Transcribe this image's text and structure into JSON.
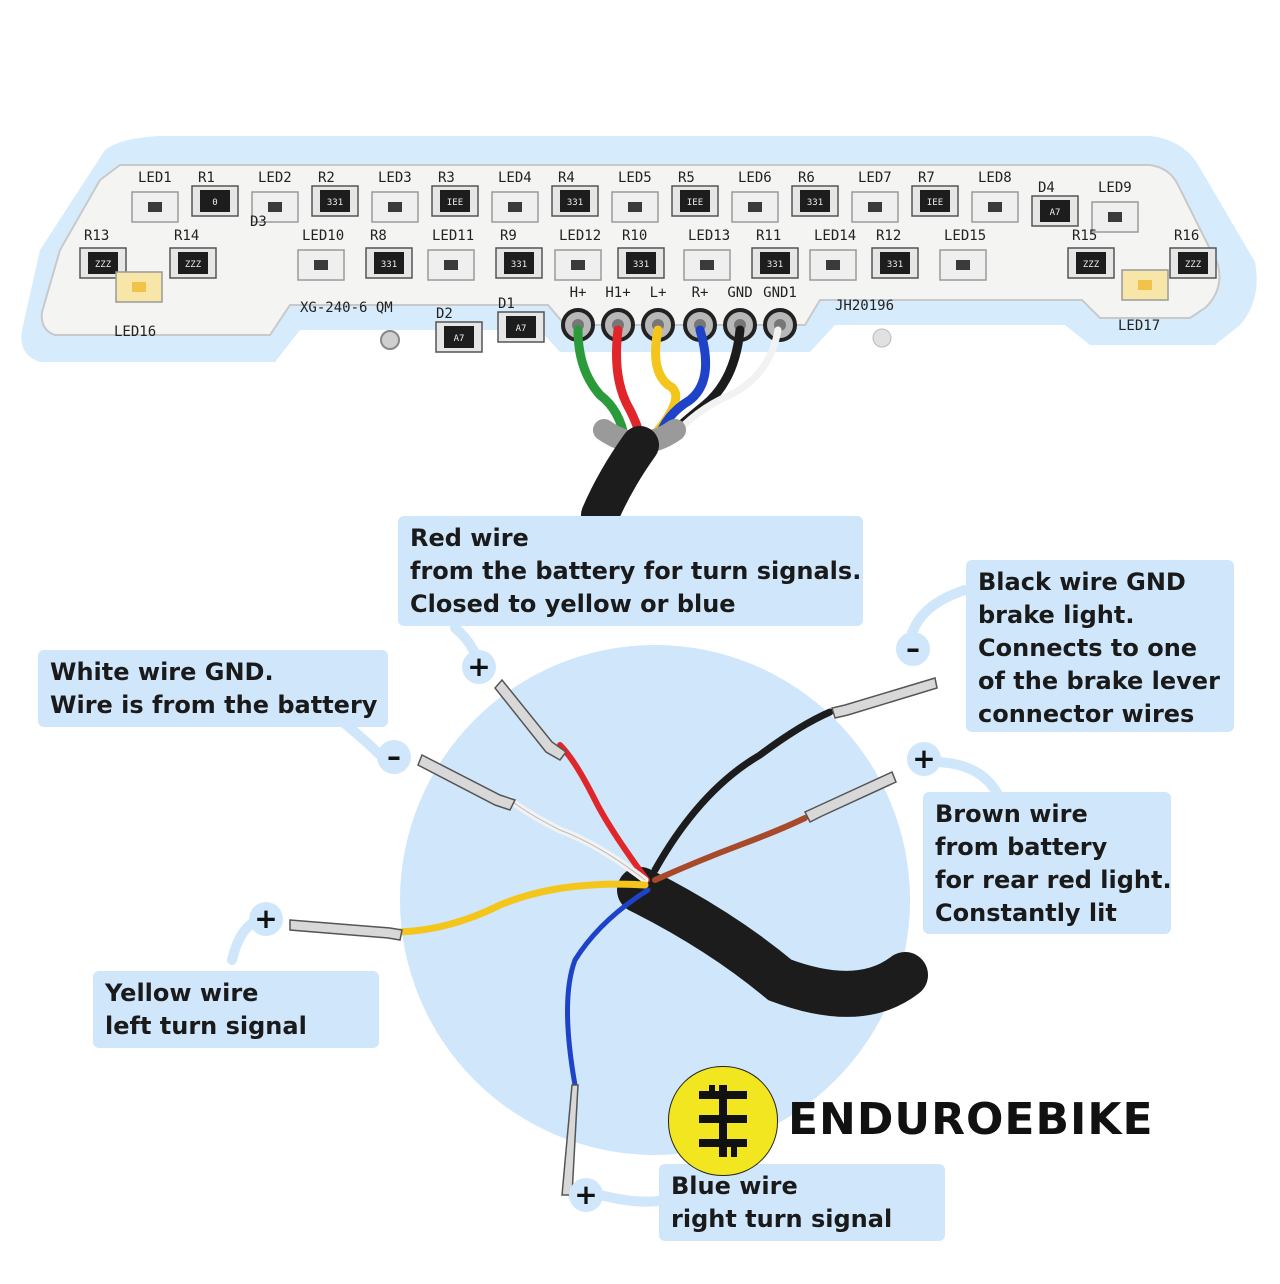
{
  "board": {
    "top_row_labels": [
      "LED1",
      "R1",
      "LED2",
      "R2",
      "LED3",
      "R3",
      "LED4",
      "R4",
      "LED5",
      "R5",
      "LED6",
      "R6",
      "LED7",
      "R7",
      "LED8",
      "D4",
      "LED9"
    ],
    "mid_row_labels": [
      "R13",
      "R14",
      "D3",
      "LED10",
      "R8",
      "LED11",
      "R9",
      "LED12",
      "R10",
      "LED13",
      "R11",
      "LED14",
      "R12",
      "LED15",
      "R15",
      "R16"
    ],
    "misc_labels": [
      "LED16",
      "LED17",
      "D2",
      "D1"
    ],
    "part_number": "XG-240-6 QM",
    "board_id": "JH20196",
    "pads": [
      "H+",
      "H1+",
      "L+",
      "R+",
      "GND",
      "GND1"
    ],
    "part_codes": [
      "0",
      "IEE",
      "331",
      "ZZZ",
      "A7"
    ]
  },
  "callouts": {
    "red": [
      "Red wire",
      "from the battery for turn signals.",
      "Closed to yellow or blue"
    ],
    "white": [
      "White wire GND.",
      "Wire is from the battery"
    ],
    "black": [
      "Black wire GND",
      "brake light.",
      "Connects to one",
      "of the brake lever",
      "connector wires"
    ],
    "brown": [
      "Brown wire",
      "from battery",
      "for rear red light.",
      "Constantly lit"
    ],
    "yellow": [
      "Yellow wire",
      "left turn signal"
    ],
    "blue": [
      "Blue wire",
      "right turn signal"
    ]
  },
  "signs": {
    "red": "+",
    "white": "–",
    "black": "–",
    "brown": "+",
    "yellow": "+",
    "blue": "+"
  },
  "logo": {
    "text": "ENDUROEBIKE"
  },
  "colors": {
    "callout_bg": "#cfe6fb",
    "red_wire": "#e0262a",
    "white_wire": "#f2f2f2",
    "black_wire": "#1c1c1c",
    "brown_wire": "#a84a2a",
    "yellow_wire": "#f4c61c",
    "blue_wire": "#1e42c8",
    "green_wire": "#2a9a3a",
    "logo_yellow": "#f2e620"
  }
}
